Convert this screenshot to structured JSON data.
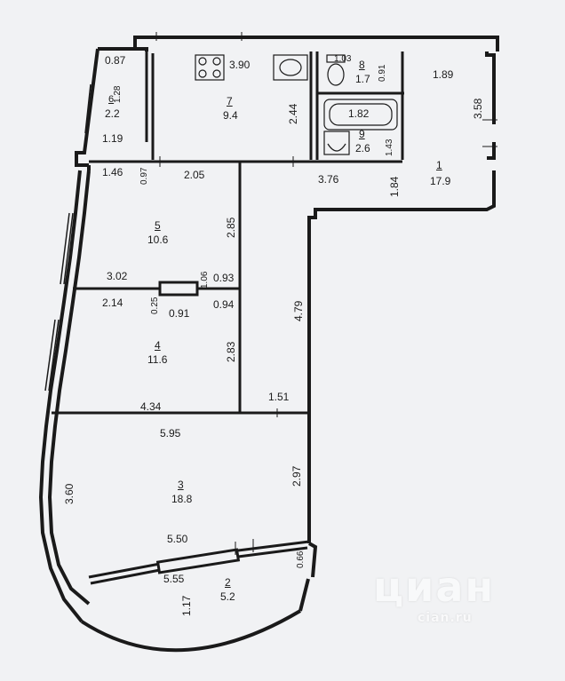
{
  "rooms": [
    {
      "id": "1",
      "area": "17.9"
    },
    {
      "id": "2",
      "area": "5.2"
    },
    {
      "id": "3",
      "area": "18.8"
    },
    {
      "id": "4",
      "area": "11.6"
    },
    {
      "id": "5",
      "area": "10.6"
    },
    {
      "id": "6",
      "area": "2.2"
    },
    {
      "id": "7",
      "area": "9.4"
    },
    {
      "id": "8",
      "area": "1.7"
    },
    {
      "id": "9",
      "area": "2.6"
    }
  ],
  "dimensions": {
    "d087": "0.87",
    "d390": "3.90",
    "d103": "1.03",
    "d091a": "0.91",
    "d189a": "1.89",
    "d128": "1.28",
    "d244": "2.44",
    "d182": "1.82",
    "d358": "3.58",
    "d119": "1.19",
    "d143": "1.43",
    "d146": "1.46",
    "d097": "0.97",
    "d205": "2.05",
    "d376": "3.76",
    "d184": "1.84",
    "d285": "2.85",
    "d302": "3.02",
    "d106": "1.06",
    "d093": "0.93",
    "d214": "2.14",
    "d025": "0.25",
    "d091b": "0.91",
    "d094": "0.94",
    "d479": "4.79",
    "d283": "2.83",
    "d434": "4.34",
    "d151": "1.51",
    "d595": "5.95",
    "d360": "3.60",
    "d297": "2.97",
    "d550": "5.50",
    "d555": "5.55",
    "d066": "0.66",
    "d117": "1.17"
  },
  "watermark": {
    "brand": "циан",
    "sub": "cian.ru"
  },
  "colors": {
    "wall": "#1a1a1a",
    "paper": "#f1f2f4",
    "line": "#2a2a2a"
  }
}
